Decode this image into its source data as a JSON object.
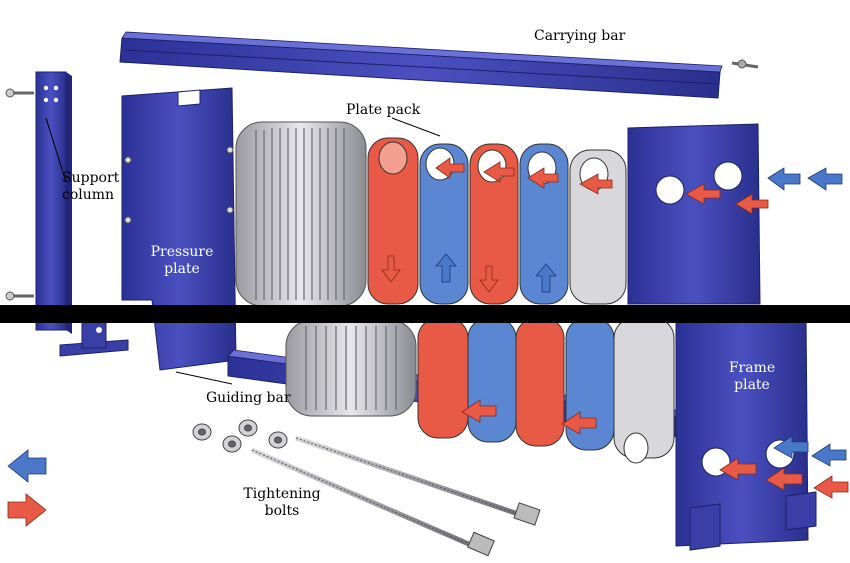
{
  "labels": {
    "carrying_bar": "Carrying bar",
    "plate_pack": "Plate pack",
    "support_column": [
      "Support",
      "column"
    ],
    "pressure_plate": [
      "Pressure",
      "plate"
    ],
    "frame_plate": [
      "Frame",
      "plate"
    ],
    "guiding_bar": "Guiding bar",
    "tightening_bolts": [
      "Tightening",
      "bolts"
    ]
  },
  "colors": {
    "frame_blue": "#3a3fa8",
    "hot_flow": "#e85a45",
    "cold_flow": "#4a78c8",
    "steel": "#c8c8cc",
    "redaction_bar": "#000000"
  },
  "icons": [
    "hot-flow-arrow-icon",
    "cold-flow-arrow-icon",
    "bolt-icon",
    "nut-icon"
  ]
}
